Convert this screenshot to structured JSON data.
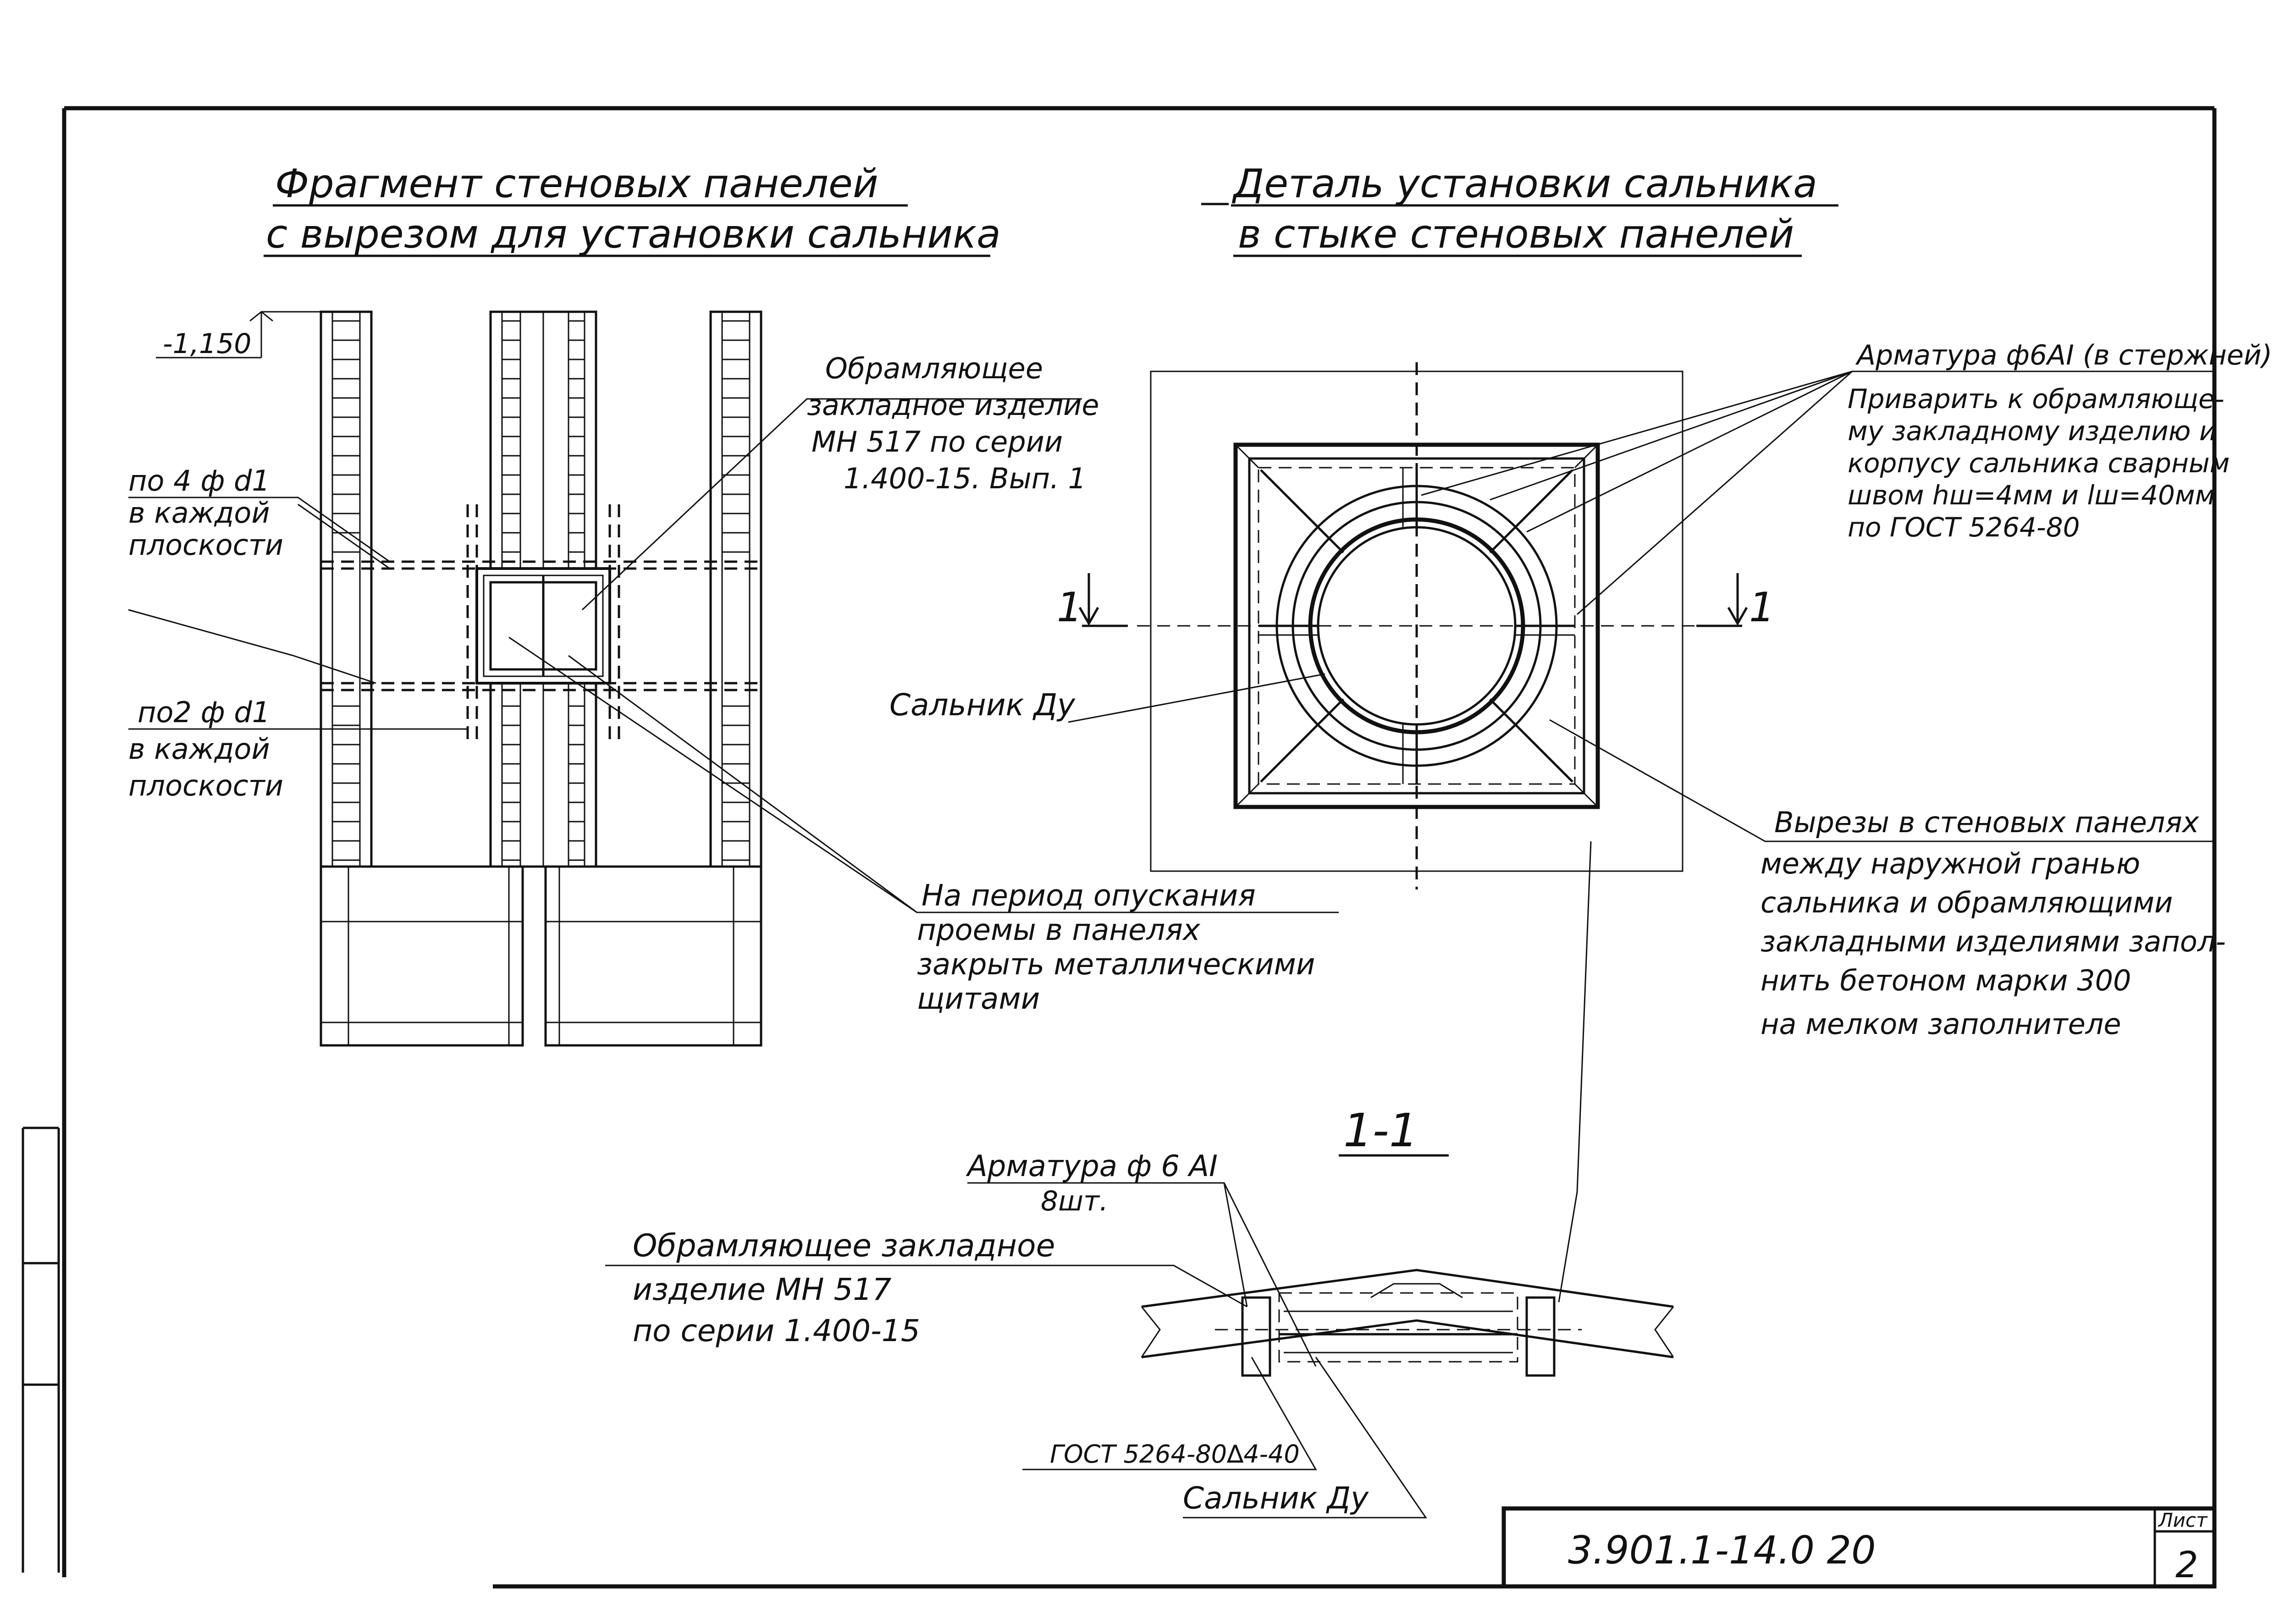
{
  "title_left": {
    "line1": "Фрагмент стеновых панелей",
    "line2": "с вырезом для установки сальника"
  },
  "title_right": {
    "line1": "Деталь установки сальника",
    "line2": "в стыке стеновых панелей"
  },
  "elevation_mark": "-1,150",
  "labels_left": {
    "rebar_4": [
      "по 4 ф d1",
      "в каждой",
      "плоскости"
    ],
    "rebar_2": [
      "по2 ф d1",
      "в каждой",
      "плоскости"
    ],
    "frame_insert": [
      "Обрамляющее",
      "закладное изделие",
      "МН 517 по серии",
      "1.400-15. Вып. 1"
    ],
    "period_note": [
      "На период опускания",
      "проемы в панелях",
      "закрыть металлическими",
      "щитами"
    ]
  },
  "labels_right": {
    "rebar": "Арматура ф6АI (в стержней)",
    "weld_note": [
      "Приварить к обрамляюще-",
      "му закладному изделию и",
      "корпусу сальника сварным",
      "швом hш=4мм и lш=40мм",
      "по ГОСТ 5264-80"
    ],
    "gland": "Сальник Ду",
    "cut_note": [
      "Вырезы в стеновых панелях",
      "между наружной гранью",
      "сальника и обрамляющими",
      "закладными изделиями запол-",
      "нить бетоном марки 300",
      "на мелком заполнителе"
    ],
    "section_mark_left": "1",
    "section_mark_right": "1"
  },
  "section": {
    "title": "1-1",
    "rebar": [
      "Арматура ф 6 АI",
      "8шт."
    ],
    "insert": [
      "Обрамляющее закладное",
      "изделие МН 517",
      "по серии 1.400-15"
    ],
    "gost": "ГОСТ 5264-80∆4-40",
    "gland": "Сальник Ду"
  },
  "title_block": {
    "code": "3.901.1-14.0  20",
    "sheet_label": "Лист",
    "sheet_number": "2"
  }
}
